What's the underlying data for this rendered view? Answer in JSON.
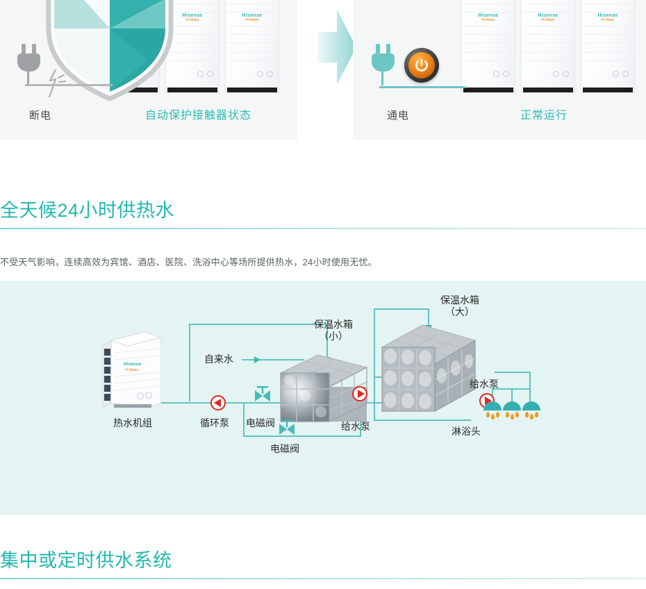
{
  "top_section": {
    "left_panel": {
      "plug_caption": "断电",
      "status_caption": "自动保护接触器状态",
      "plug_icon": "power-plug-icon",
      "shield_icon": "protection-shield-icon",
      "unit_brand_primary": "Hisense",
      "unit_brand_secondary": "Hi-Water",
      "unit_count": 3
    },
    "arrow_icon": "right-arrow-icon",
    "right_panel": {
      "plug_caption": "通电",
      "status_caption": "正常运行",
      "plug_icon": "power-plug-icon",
      "power_button_icon": "power-on-icon",
      "unit_brand_primary": "Hisense",
      "unit_brand_secondary": "Hi-Water",
      "unit_count": 3
    },
    "colors": {
      "panel_bg": "#f5f6f6",
      "teal": "#2bbcb4",
      "dark_text": "#4c4c4c",
      "orange": "#f08a1e"
    }
  },
  "section_hot_water": {
    "title": "全天候24小时供热水",
    "description": "不受天气影响，连续高效为宾馆、酒店、医院、洗浴中心等场所提供热水，24小时使用无忧。"
  },
  "diagram": {
    "background": "#e4f4f2",
    "labels": {
      "heat_pump": "热水机组",
      "circulation_pump": "循环泵",
      "solenoid_valve_upper": "电磁阀",
      "solenoid_valve_lower": "电磁阀",
      "tap_water": "自来水",
      "tank_small_line1": "保温水箱",
      "tank_small_line2": "（小）",
      "tank_large_line1": "保温水箱",
      "tank_large_line2": "（大）",
      "feed_pump_left": "给水泵",
      "feed_pump_right": "给水泵",
      "shower_heads": "淋浴头"
    },
    "icons": {
      "circulation_pump": "pump-left-icon",
      "feed_pump": "pump-right-icon",
      "solenoid_valve": "solenoid-valve-icon",
      "shower_head": "shower-head-icon",
      "heat_pump_unit": "heat-pump-unit-icon",
      "water_tank": "water-tank-icon",
      "flow_arrow": "flow-arrow-icon"
    },
    "colors": {
      "pipe": "#5fc4c2",
      "pump_red": "#e1261c",
      "shower_teal": "#35aeb0",
      "drop_orange": "#f0981e"
    },
    "unit_brand_primary": "Hisense",
    "unit_brand_secondary": "Hi-Water"
  },
  "section_water_supply": {
    "title": "集中或定时供水系统"
  }
}
